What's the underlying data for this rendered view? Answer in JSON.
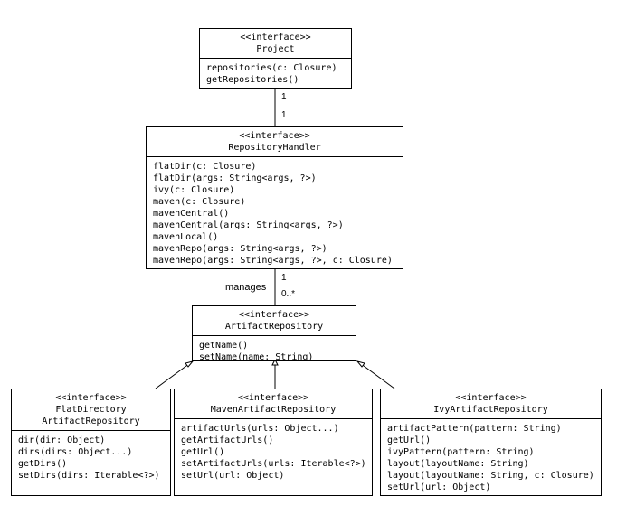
{
  "project": {
    "stereotype": "<<interface>>",
    "name": "Project",
    "ops": [
      "repositories(c: Closure)",
      "getRepositories()"
    ]
  },
  "handler": {
    "stereotype": "<<interface>>",
    "name": "RepositoryHandler",
    "ops": [
      "flatDir(c: Closure)",
      "flatDir(args: String<args, ?>)",
      "ivy(c: Closure)",
      "maven(c: Closure)",
      "mavenCentral()",
      "mavenCentral(args: String<args, ?>)",
      "mavenLocal()",
      "mavenRepo(args: String<args, ?>)",
      "mavenRepo(args: String<args, ?>, c: Closure)"
    ]
  },
  "artifact": {
    "stereotype": "<<interface>>",
    "name": "ArtifactRepository",
    "ops": [
      "getName()",
      "setName(name: String)"
    ]
  },
  "flat": {
    "stereotype": "<<interface>>",
    "name1": "FlatDirectory",
    "name2": "ArtifactRepository",
    "ops": [
      "dir(dir: Object)",
      "dirs(dirs: Object...)",
      "getDirs()",
      "setDirs(dirs: Iterable<?>)"
    ]
  },
  "maven": {
    "stereotype": "<<interface>>",
    "name": "MavenArtifactRepository",
    "ops": [
      "artifactUrls(urls: Object...)",
      "getArtifactUrls()",
      "getUrl()",
      "setArtifactUrls(urls: Iterable<?>)",
      "setUrl(url: Object)"
    ]
  },
  "ivy": {
    "stereotype": "<<interface>>",
    "name": "IvyArtifactRepository",
    "ops": [
      "artifactPattern(pattern: String)",
      "getUrl()",
      "ivyPattern(pattern: String)",
      "layout(layoutName: String)",
      "layout(layoutName: String, c: Closure)",
      "setUrl(url: Object)"
    ]
  },
  "labels": {
    "proj_mult_top": "1",
    "proj_mult_bottom": "1",
    "handler_mult_top": "1",
    "handler_mult_bottom": "0..*",
    "manages": "manages"
  }
}
